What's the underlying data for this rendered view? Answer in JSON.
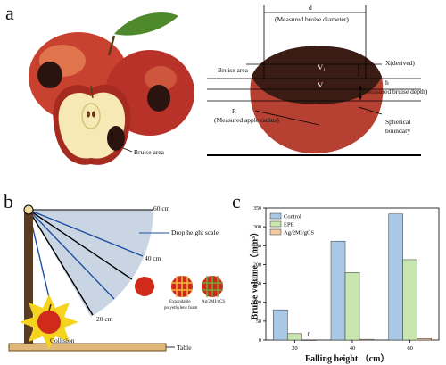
{
  "panel_a": {
    "letter": "a",
    "photo_label": "Bruise area",
    "diagram": {
      "d_symbol": "d",
      "d_caption": "(Measured bruise diameter)",
      "bruise_area_label": "Bruise area",
      "v1_symbol": "V₁",
      "v_symbol": "V",
      "x_label": "X(derived)",
      "h_symbol": "h",
      "h_caption": "(Measured bruise depth)",
      "r_symbol": "R",
      "r_caption": "(Measured apple radius)",
      "sphere_label_1": "Spherical",
      "sphere_label_2": "boundary"
    }
  },
  "panel_b": {
    "letter": "b",
    "distance_60": "60 cm",
    "distance_40": "40 cm",
    "distance_20": "20 cm",
    "scale_label": "Drop height scale",
    "collision_label": "Collision",
    "table_label": "Table",
    "net_label_1": "Expandable",
    "net_label_2": "polyethylene foam",
    "net_label_3": "Ag/2MI/gCS"
  },
  "panel_c": {
    "letter": "c",
    "chart_data": {
      "type": "bar",
      "categories": [
        "20",
        "40",
        "60"
      ],
      "series": [
        {
          "name": "Control",
          "values": [
            80,
            262,
            334
          ],
          "color": "#a9c8e6"
        },
        {
          "name": "EPE",
          "values": [
            17,
            179,
            213
          ],
          "color": "#c9e6b1"
        },
        {
          "name": "Ag/2MI/gCS",
          "values": [
            0,
            2,
            4
          ],
          "color": "#f3c9a3"
        }
      ],
      "value_label_first": "0",
      "xlabel": "Falling height （cm）",
      "ylabel": "Bruise volume （mm³）",
      "ylim": [
        0,
        350
      ],
      "yticks": [
        0,
        50,
        100,
        150,
        200,
        250,
        300,
        350
      ],
      "legend_position": "top-left"
    }
  }
}
